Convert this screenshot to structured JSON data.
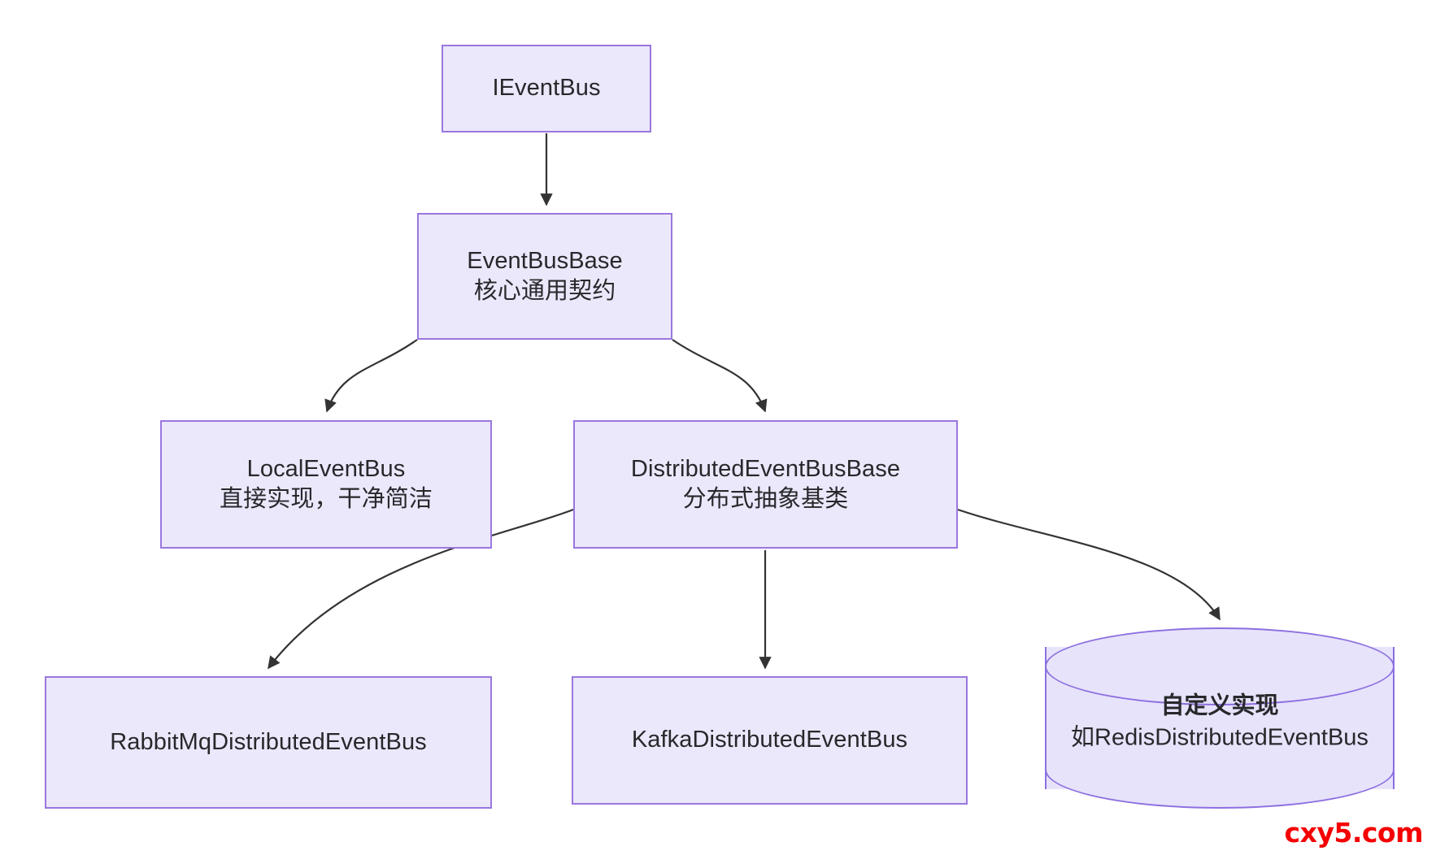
{
  "diagram": {
    "type": "flowchart",
    "direction": "top-down",
    "theme": {
      "node_fill": "#ebe8fb",
      "node_border": "#9a77e0",
      "node_text": "#27282b",
      "edge_color": "#333333",
      "background": "#ffffff",
      "watermark_color": "#f50000"
    },
    "nodes": [
      {
        "id": "ieventbus",
        "shape": "rect",
        "line1": "IEventBus",
        "line2": ""
      },
      {
        "id": "eventbusbase",
        "shape": "rect",
        "line1": "EventBusBase",
        "line2": "核心通用契约"
      },
      {
        "id": "localeventbus",
        "shape": "rect",
        "line1": "LocalEventBus",
        "line2": "直接实现，干净简洁"
      },
      {
        "id": "distributedeventbusbase",
        "shape": "rect",
        "line1": "DistributedEventBusBase",
        "line2": "分布式抽象基类"
      },
      {
        "id": "rabbitmq",
        "shape": "rect",
        "line1": "RabbitMqDistributedEventBus",
        "line2": ""
      },
      {
        "id": "kafka",
        "shape": "rect",
        "line1": "KafkaDistributedEventBus",
        "line2": ""
      },
      {
        "id": "custom",
        "shape": "cylinder",
        "line1": "自定义实现",
        "line2": "如RedisDistributedEventBus"
      }
    ],
    "edges": [
      {
        "from": "ieventbus",
        "to": "eventbusbase"
      },
      {
        "from": "eventbusbase",
        "to": "localeventbus"
      },
      {
        "from": "eventbusbase",
        "to": "distributedeventbusbase"
      },
      {
        "from": "distributedeventbusbase",
        "to": "rabbitmq"
      },
      {
        "from": "distributedeventbusbase",
        "to": "kafka"
      },
      {
        "from": "distributedeventbusbase",
        "to": "custom"
      }
    ]
  },
  "watermark": {
    "text": "cxy5.com"
  }
}
